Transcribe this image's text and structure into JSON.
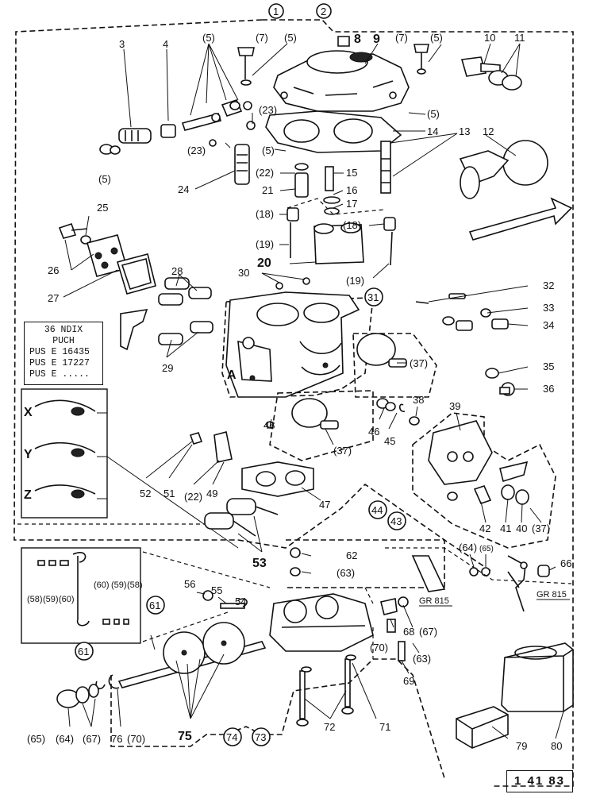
{
  "diagram": {
    "title": "",
    "set_markers": [
      "1",
      "2"
    ],
    "plate": {
      "lines": [
        "36 NDIX",
        "PUCH",
        "PUS  E 16435",
        "PUS  E 17227",
        "PUS  E ....."
      ]
    },
    "variant_labels": [
      "X",
      "Y",
      "Z",
      "A"
    ],
    "gr_labels": [
      "GR 815",
      "GR 815"
    ],
    "reference": "1 41 83",
    "callouts": [
      {
        "id": "c1",
        "text": "1"
      },
      {
        "id": "c2",
        "text": "2"
      },
      {
        "id": "c31",
        "text": "31"
      },
      {
        "id": "c44",
        "text": "44"
      },
      {
        "id": "c43",
        "text": "43"
      },
      {
        "id": "c61a",
        "text": "61"
      },
      {
        "id": "c61b",
        "text": "61"
      },
      {
        "id": "c74",
        "text": "74"
      },
      {
        "id": "c73",
        "text": "73"
      }
    ],
    "labels": [
      {
        "id": "l3",
        "text": "3"
      },
      {
        "id": "l4",
        "text": "4"
      },
      {
        "id": "l5a",
        "text": "(5)"
      },
      {
        "id": "l7a",
        "text": "(7)"
      },
      {
        "id": "l5b",
        "text": "(5)"
      },
      {
        "id": "l8",
        "text": "8"
      },
      {
        "id": "l9",
        "text": "9"
      },
      {
        "id": "l7b",
        "text": "(7)"
      },
      {
        "id": "l5c",
        "text": "(5)"
      },
      {
        "id": "l10",
        "text": "10"
      },
      {
        "id": "l11",
        "text": "11"
      },
      {
        "id": "l23a",
        "text": "(23)"
      },
      {
        "id": "l5d",
        "text": "(5)"
      },
      {
        "id": "l14",
        "text": "14"
      },
      {
        "id": "l13",
        "text": "13"
      },
      {
        "id": "l12",
        "text": "12"
      },
      {
        "id": "l23b",
        "text": "(23)"
      },
      {
        "id": "l5e",
        "text": "(5)"
      },
      {
        "id": "l5f",
        "text": "(5)"
      },
      {
        "id": "l22a",
        "text": "(22)"
      },
      {
        "id": "l15",
        "text": "15"
      },
      {
        "id": "l24",
        "text": "24"
      },
      {
        "id": "l21",
        "text": "21"
      },
      {
        "id": "l16",
        "text": "16"
      },
      {
        "id": "l17",
        "text": "17"
      },
      {
        "id": "l18a",
        "text": "(18)"
      },
      {
        "id": "l18b",
        "text": "(18)"
      },
      {
        "id": "l25",
        "text": "25"
      },
      {
        "id": "l19a",
        "text": "(19)"
      },
      {
        "id": "l26",
        "text": "26"
      },
      {
        "id": "l20",
        "text": "20"
      },
      {
        "id": "l19b",
        "text": "(19)"
      },
      {
        "id": "l30",
        "text": "30"
      },
      {
        "id": "l28",
        "text": "28"
      },
      {
        "id": "l32",
        "text": "32"
      },
      {
        "id": "l27",
        "text": "27"
      },
      {
        "id": "l33",
        "text": "33"
      },
      {
        "id": "l34",
        "text": "34"
      },
      {
        "id": "l29",
        "text": "29"
      },
      {
        "id": "l37a",
        "text": "(37)"
      },
      {
        "id": "l35",
        "text": "35"
      },
      {
        "id": "l36",
        "text": "36"
      },
      {
        "id": "l38",
        "text": "38"
      },
      {
        "id": "l39",
        "text": "39"
      },
      {
        "id": "l46",
        "text": "46"
      },
      {
        "id": "l45",
        "text": "45"
      },
      {
        "id": "l48",
        "text": "48"
      },
      {
        "id": "l37b",
        "text": "(37)"
      },
      {
        "id": "l52",
        "text": "52"
      },
      {
        "id": "l51",
        "text": "51"
      },
      {
        "id": "l22b",
        "text": "(22)"
      },
      {
        "id": "l49",
        "text": "49"
      },
      {
        "id": "l47",
        "text": "47"
      },
      {
        "id": "l42",
        "text": "42"
      },
      {
        "id": "l41",
        "text": "41"
      },
      {
        "id": "l40",
        "text": "40"
      },
      {
        "id": "l37c",
        "text": "(37)"
      },
      {
        "id": "l53",
        "text": "53"
      },
      {
        "id": "l62",
        "text": "62"
      },
      {
        "id": "l63a",
        "text": "(63)"
      },
      {
        "id": "l64a",
        "text": "(64)"
      },
      {
        "id": "l65a",
        "text": "(65)"
      },
      {
        "id": "l66",
        "text": "66"
      },
      {
        "id": "l58a",
        "text": "(58)"
      },
      {
        "id": "l59a",
        "text": "(59)"
      },
      {
        "id": "l60a",
        "text": "(60)"
      },
      {
        "id": "l60b",
        "text": "(60)"
      },
      {
        "id": "l59b",
        "text": "(59)"
      },
      {
        "id": "l58b",
        "text": "(58)"
      },
      {
        "id": "l56",
        "text": "56"
      },
      {
        "id": "l55",
        "text": "55"
      },
      {
        "id": "l54",
        "text": "54"
      },
      {
        "id": "l68",
        "text": "68"
      },
      {
        "id": "l67a",
        "text": "(67)"
      },
      {
        "id": "l70a",
        "text": "(70)"
      },
      {
        "id": "l63b",
        "text": "(63)"
      },
      {
        "id": "l69",
        "text": "69"
      },
      {
        "id": "l65b",
        "text": "(65)"
      },
      {
        "id": "l64b",
        "text": "(64)"
      },
      {
        "id": "l67b",
        "text": "(67)"
      },
      {
        "id": "l76",
        "text": "76"
      },
      {
        "id": "l70b",
        "text": "(70)"
      },
      {
        "id": "l75",
        "text": "75"
      },
      {
        "id": "l72",
        "text": "72"
      },
      {
        "id": "l71",
        "text": "71"
      },
      {
        "id": "l79",
        "text": "79"
      },
      {
        "id": "l80",
        "text": "80"
      }
    ]
  }
}
